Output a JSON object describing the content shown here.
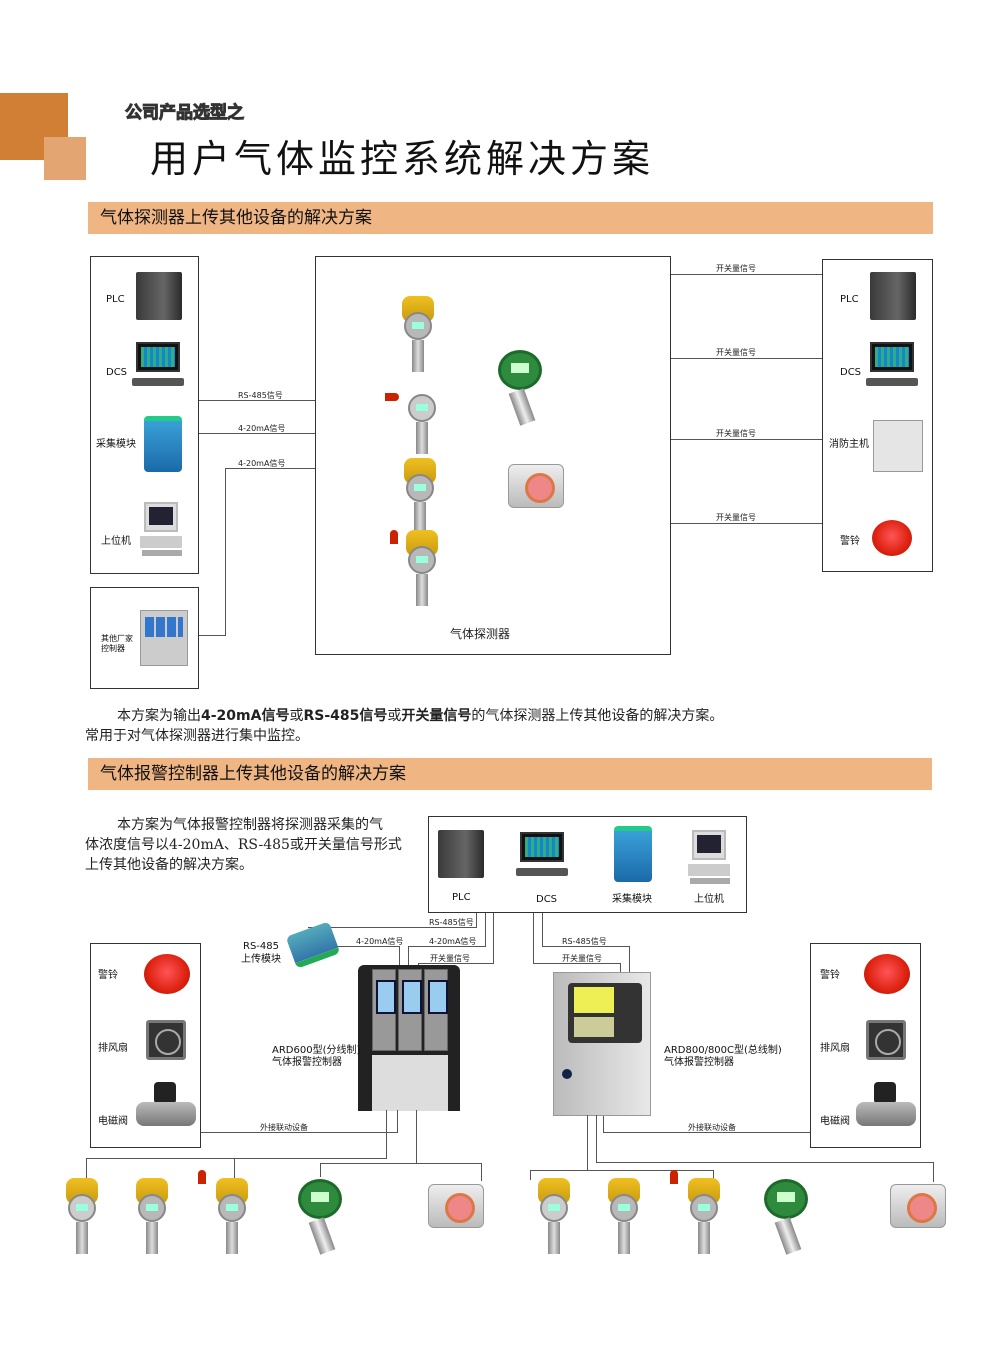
{
  "header": {
    "subtitle": "公司产品选型之",
    "title": "用户气体监控系统解决方案"
  },
  "colors": {
    "accent_dark": "#d07f35",
    "accent_light": "#e3a572",
    "section_bar": "#efb583"
  },
  "section1": {
    "title": "气体探测器上传其他设备的解决方案",
    "left_devices": [
      "PLC",
      "DCS",
      "采集模块",
      "上位机"
    ],
    "other_controller": "其他厂家\n控制器",
    "left_signals": [
      "RS-485信号",
      "4-20mA信号",
      "4-20mA信号"
    ],
    "center_label": "气体探测器",
    "right_signals": [
      "开关量信号",
      "开关量信号",
      "开关量信号",
      "开关量信号"
    ],
    "right_devices": [
      "PLC",
      "DCS",
      "消防主机",
      "警铃"
    ],
    "para_prefix": "本方案为输出",
    "para_b1": "4-20mA信号",
    "para_or1": "或",
    "para_b2": "RS-485信号",
    "para_or2": "或",
    "para_b3": "开关量信号",
    "para_suffix": "的气体探测器上传其他设备的解决方案。",
    "para_line2": "常用于对气体探测器进行集中监控。"
  },
  "section2": {
    "title": "气体报警控制器上传其他设备的解决方案",
    "para": [
      "本方案为气体报警控制器将探测器采集的气",
      "体浓度信号以4-20mA、RS-485或开关量信号形式",
      "上传其他设备的解决方案。"
    ],
    "top_devices": [
      "PLC",
      "DCS",
      "采集模块",
      "上位机"
    ],
    "rs485_module": "RS-485\n上传模块",
    "left_signals": [
      "RS-485信号",
      "4-20mA信号",
      "4-20mA信号",
      "开关量信号"
    ],
    "right_signals": [
      "RS-485信号",
      "开关量信号"
    ],
    "ard600": "ARD600型(分线制)\n气体报警控制器",
    "ard800": "ARD800/800C型(总线制)\n气体报警控制器",
    "linkage_label": "外接联动设备",
    "side_devices": [
      "警铃",
      "排风扇",
      "电磁阀"
    ]
  }
}
